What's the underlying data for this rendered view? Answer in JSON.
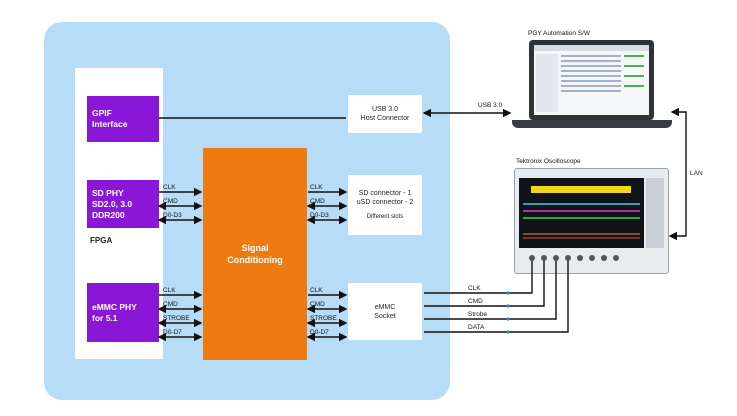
{
  "fpga": {
    "label": "FPGA",
    "gpif": "GPIF\nInterface",
    "sdphy": "SD PHY\nSD2.0, 3.0\nDDR200",
    "emmcphy": "eMMC PHY\nfor 5.1"
  },
  "signal_conditioning": "Signal\nConditioning",
  "usb_connector": "USB 3.0\nHost Connector",
  "sd_connector": {
    "line1": "SD connector - 1",
    "line2": "uSD connector - 2",
    "line3": "Different slots"
  },
  "emmc_socket": "eMMC\nSocket",
  "sd_signals": [
    "CLK",
    "CMD",
    "D0-D3"
  ],
  "emmc_signals": [
    "CLK",
    "CMD",
    "STROBE",
    "D0-D7"
  ],
  "scope_signals": [
    "CLK",
    "CMD",
    "Strobe",
    "DATA"
  ],
  "links": {
    "usb": "USB 3.0",
    "lan": "LAN"
  },
  "devices": {
    "laptop": "PGY Automation S/W",
    "scope": "Tektronix Oscilloscope"
  },
  "colors": {
    "panel": "#b7dcf7",
    "purple": "#8a16d8",
    "orange": "#ee7a12"
  }
}
